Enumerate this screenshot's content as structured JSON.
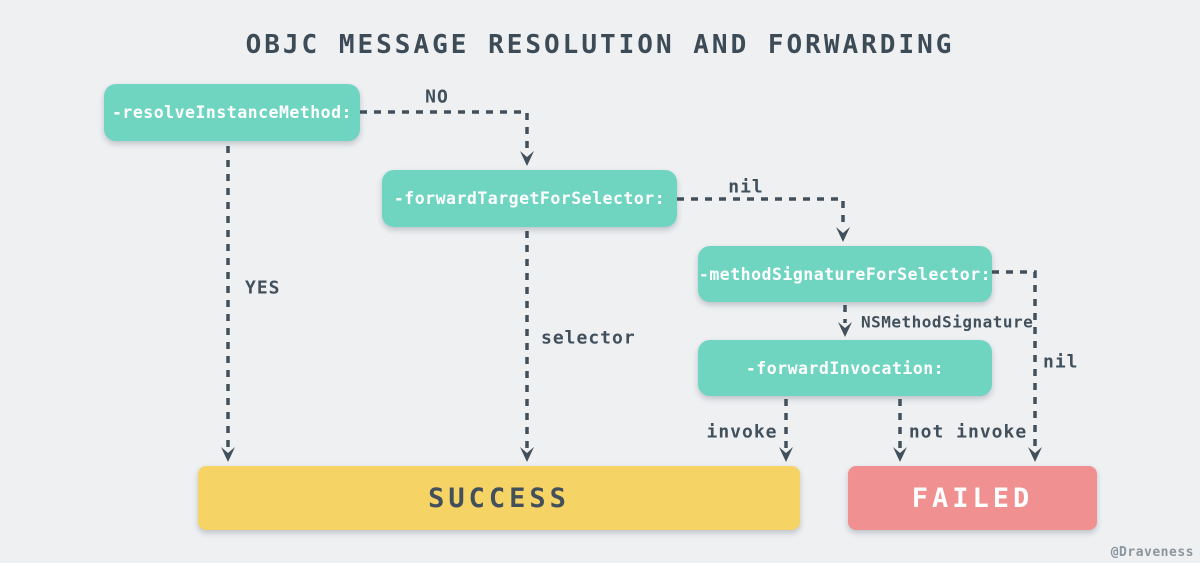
{
  "title": "OBJC MESSAGE RESOLUTION AND FORWARDING",
  "watermark": "@Draveness",
  "colors": {
    "background": "#eef0f2",
    "node_teal": "#6fd5c1",
    "node_yellow": "#f6d365",
    "node_red": "#f09090",
    "text_dark": "#42505c",
    "text_light": "#ffffff",
    "watermark_gray": "#8b96a0"
  },
  "nodes": {
    "resolve": "-resolveInstanceMethod:",
    "forward_target": "-forwardTargetForSelector:",
    "method_signature": "-methodSignatureForSelector:",
    "forward_invocation": "-forwardInvocation:",
    "success": "SUCCESS",
    "failed": "FAILED"
  },
  "edge_labels": {
    "no": "NO",
    "yes": "YES",
    "nil_target": "nil",
    "selector": "selector",
    "ns_method_signature": "NSMethodSignature",
    "nil_signature": "nil",
    "invoke": "invoke",
    "not_invoke": "not invoke"
  }
}
